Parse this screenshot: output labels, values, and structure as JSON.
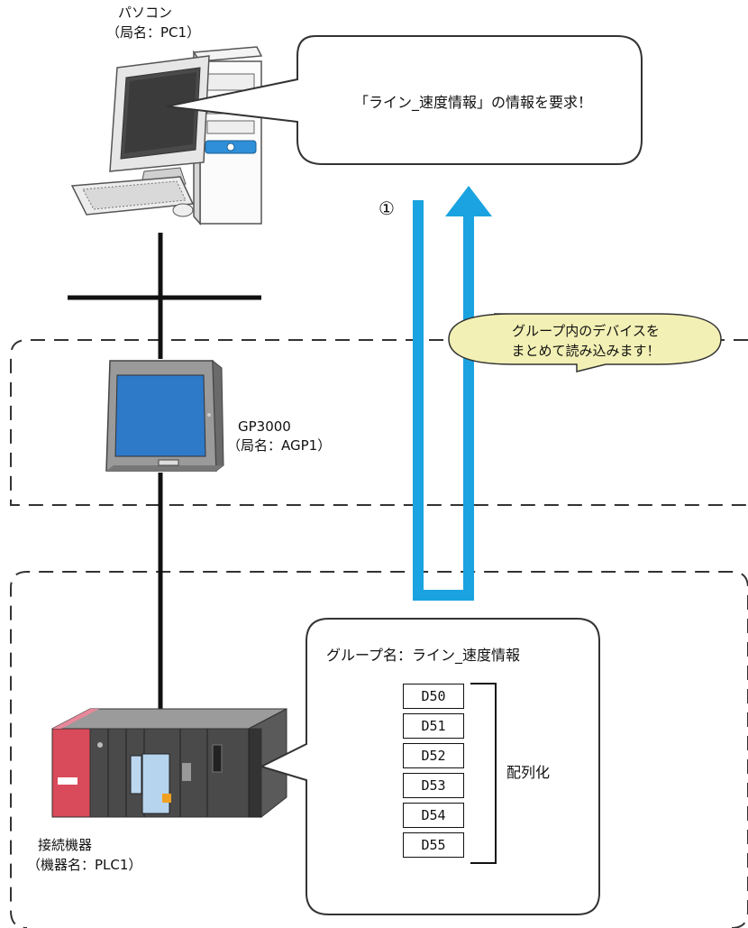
{
  "pc": {
    "name": "パソコン",
    "station": "（局名：PC1）"
  },
  "request_bubble": {
    "text": "「ライン_速度情報」の情報を要求！"
  },
  "step_marker": "①",
  "read_bubble": {
    "line1": "グループ内のデバイスを",
    "line2": "まとめて読み込みます！"
  },
  "gp": {
    "name": "GP3000",
    "station": "（局名：AGP1）"
  },
  "plc": {
    "name": "接続機器",
    "station": "（機器名：PLC1）"
  },
  "group_box": {
    "title": "グループ名：ライン_速度情報",
    "devices": [
      "D50",
      "D51",
      "D52",
      "D53",
      "D54",
      "D55"
    ],
    "array_label": "配列化"
  },
  "colors": {
    "arrow": "#1aa3e0",
    "bubble_fill": "#f2f0b4",
    "plc_red": "#d94a5a",
    "zone_dash": "#333333"
  }
}
